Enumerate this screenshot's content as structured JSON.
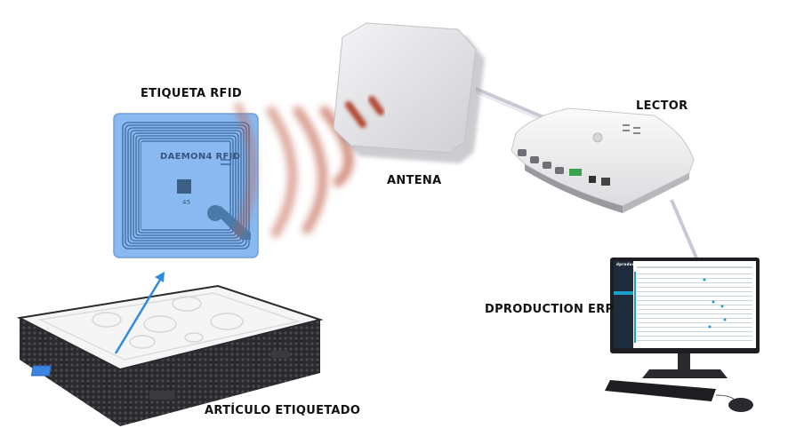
{
  "diagram": {
    "labels": {
      "tag": "ETIQUETA RFID",
      "antenna": "ANTENA",
      "reader": "LECTOR",
      "erp": "DPRODUCTION ERP",
      "item": "ARTÍCULO ETIQUETADO"
    },
    "tag_print": {
      "brand": "DAEMON4 RFID",
      "code": "45"
    },
    "colors": {
      "tag_fill": "#8ab8f0",
      "tag_lines": "#3a6a9e",
      "wave": "#c0604a",
      "arrow": "#2f8ae0",
      "device": "#e9e9ec",
      "screen_sidebar": "#1d2b3a",
      "accent": "#1aa0c8"
    },
    "erp_screen": {
      "title": "dproduction"
    }
  }
}
